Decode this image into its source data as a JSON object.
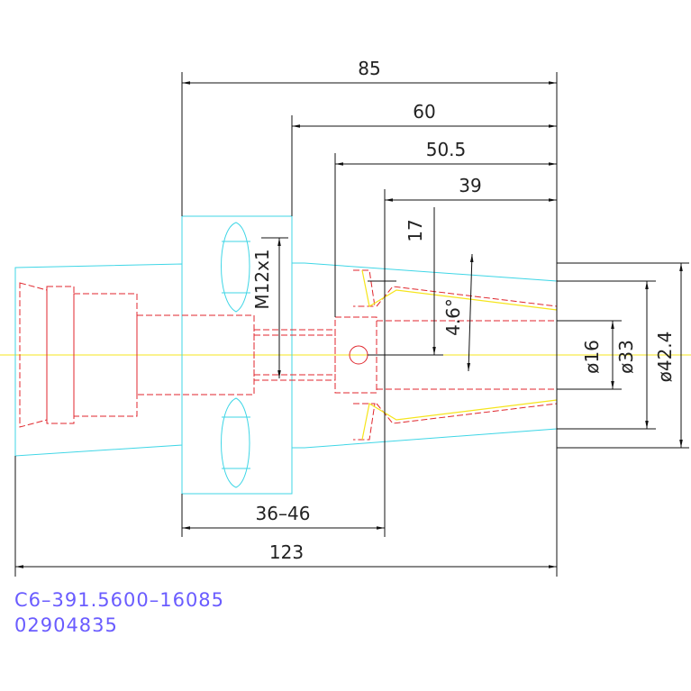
{
  "dimensions": {
    "len_85": "85",
    "len_60": "60",
    "len_50_5": "50.5",
    "len_39": "39",
    "len_17": "17",
    "thread": "M12x1",
    "angle": "4.6°",
    "dia_16": "ø16",
    "dia_33": "ø33",
    "dia_42_4": "ø42.4",
    "range_36_46": "36–46",
    "len_123": "123"
  },
  "part_number": "C6–391.5600–16085",
  "code": "02904835",
  "colors": {
    "outline": "#3fd6e6",
    "hidden": "#e0262c",
    "centerline": "#f5e51c",
    "dimension": "#111111",
    "caption": "#6a5cff"
  }
}
